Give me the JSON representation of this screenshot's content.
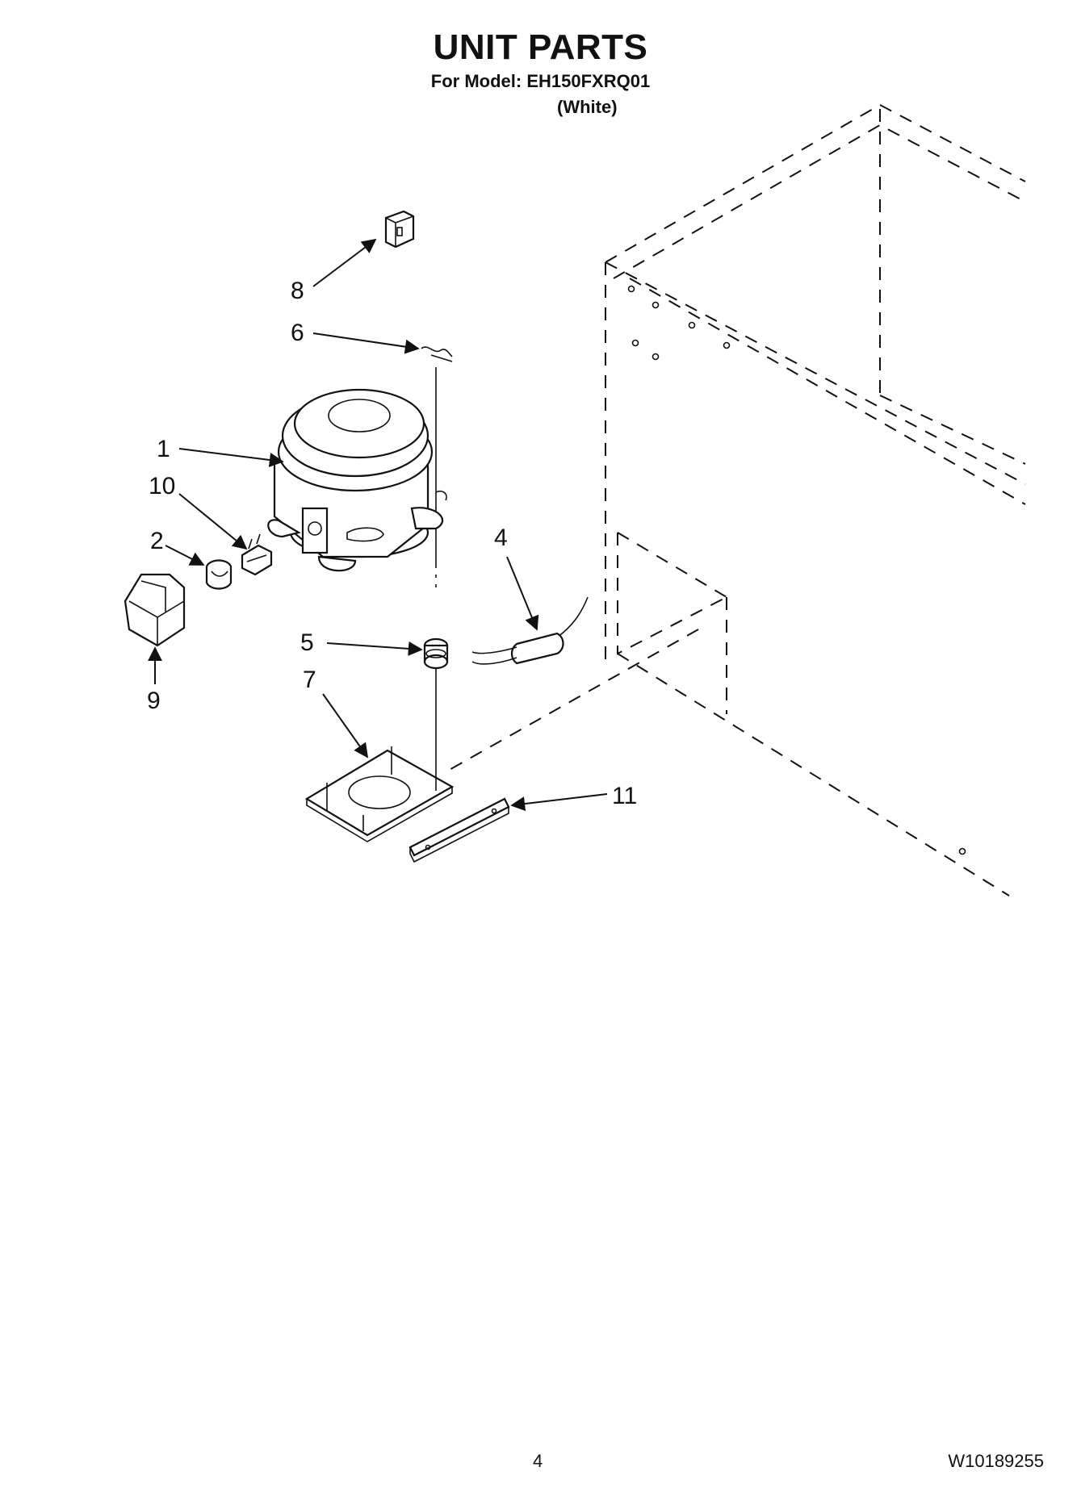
{
  "header": {
    "title": "UNIT PARTS",
    "subtitle": "For Model: EH150FXRQ01",
    "variant": "(White)"
  },
  "footer": {
    "page_number": "4",
    "document_number": "W10189255"
  },
  "callouts": {
    "c1": "1",
    "c2": "2",
    "c4": "4",
    "c5": "5",
    "c6": "6",
    "c7": "7",
    "c8": "8",
    "c9": "9",
    "c10": "10",
    "c11": "11"
  }
}
